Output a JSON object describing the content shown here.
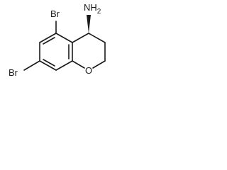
{
  "molecule": {
    "substituents": {
      "amine": "NH",
      "amine_subscript": "2",
      "bromine_top": "Br",
      "bromine_bottom": "Br",
      "ring_oxygen": "O"
    },
    "stereo": {
      "amine_bond": "wedge"
    },
    "colors": {
      "ink": "#1a1a1a",
      "background": "#ffffff"
    }
  }
}
